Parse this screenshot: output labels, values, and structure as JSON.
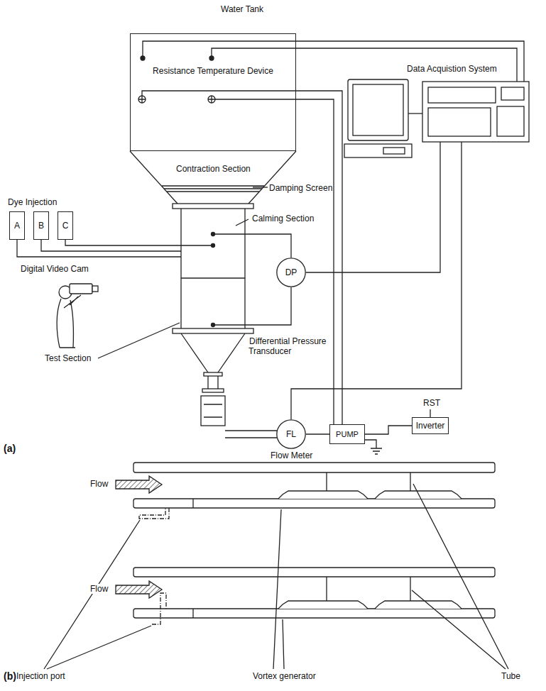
{
  "diagram": {
    "nodes": [
      {
        "text": [
          "Water Tank",
          "Resistance Temperature Device"
        ]
      },
      {
        "text": [
          "A"
        ]
      },
      {
        "text": [
          "B"
        ]
      },
      {
        "text": [
          "C"
        ]
      },
      {
        "text": [
          "DP"
        ]
      },
      {
        "text": [
          "FL"
        ]
      },
      {
        "text": [
          "PUMP"
        ]
      },
      {
        "text": [
          "Inverter"
        ]
      }
    ],
    "edges": [
      {
        "from": 5,
        "to": 6,
        "arrow": "none"
      },
      {
        "from": 6,
        "to": 7,
        "arrow": "none"
      },
      {
        "from": 6,
        "to": 0,
        "arrow": "none"
      }
    ],
    "labels": [
      "Dye Injection",
      "Contraction Section",
      "Damping Screen",
      "Calming Section",
      "Digital Video Cam",
      "Differential Pressure Transducer",
      "Test Section",
      "Data Acquistion System",
      "RST",
      "Flow Meter",
      "(a)",
      "Flow",
      "Flow",
      "Vortex generator",
      "Tube",
      "Injection port",
      "(b)"
    ]
  }
}
